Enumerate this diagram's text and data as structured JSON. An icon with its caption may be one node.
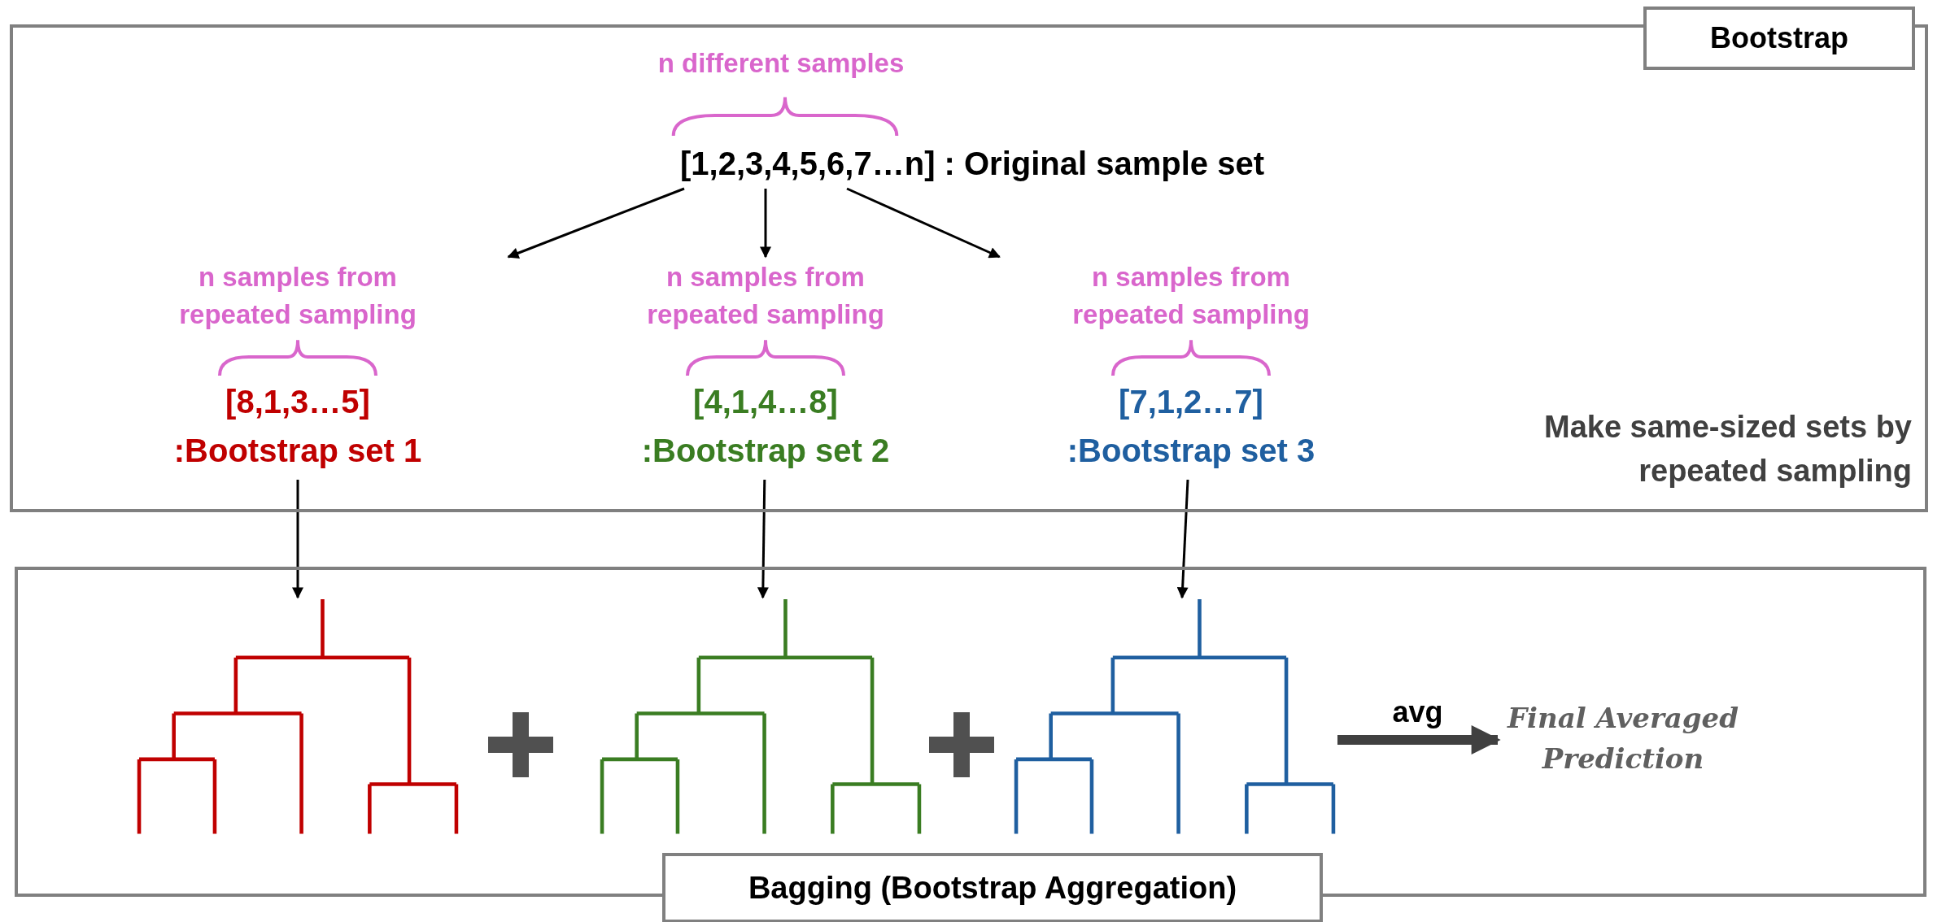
{
  "diagram": {
    "nodes": [
      {
        "text": [
          "Bootstrap"
        ]
      },
      {
        "text": [
          "n different samples",
          "[1,2,3,4,5,6,7…n] : Original sample set"
        ],
        "in": 0
      },
      {
        "text": [
          "n samples from repeated sampling",
          "[8,1,3…5]",
          ":Bootstrap set 1"
        ],
        "in": 0
      },
      {
        "text": [
          "n samples from repeated sampling",
          "[4,1,4…8]",
          ":Bootstrap set 2"
        ],
        "in": 0
      },
      {
        "text": [
          "n samples from repeated sampling",
          "[7,1,2…7]",
          ":Bootstrap set 3"
        ],
        "in": 0
      },
      {
        "text": [
          "Bagging (Bootstrap Aggregation)"
        ]
      },
      {
        "text": [],
        "shape": "tree",
        "in": 5
      },
      {
        "text": [],
        "shape": "tree",
        "in": 5
      },
      {
        "text": [],
        "shape": "tree",
        "in": 5
      },
      {
        "text": [
          "Final Averaged Prediction"
        ],
        "in": 5
      }
    ],
    "edges": [
      {
        "from": 1,
        "to": 2,
        "arrow": "to"
      },
      {
        "from": 1,
        "to": 3,
        "arrow": "to"
      },
      {
        "from": 1,
        "to": 4,
        "arrow": "to"
      },
      {
        "from": 2,
        "to": 6,
        "arrow": "to"
      },
      {
        "from": 3,
        "to": 7,
        "arrow": "to"
      },
      {
        "from": 4,
        "to": 8,
        "arrow": "to"
      },
      {
        "from": 8,
        "to": 9,
        "arrow": "to",
        "label": "avg",
        "style": "thick",
        "color": "#404040"
      }
    ],
    "labels": [
      "Make same-sized sets by repeated sampling"
    ]
  }
}
